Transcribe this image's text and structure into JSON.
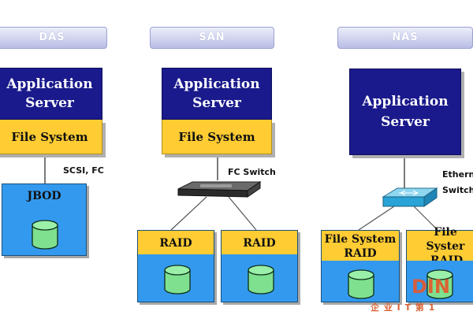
{
  "columns": {
    "das": {
      "header": "DAS",
      "app_line1": "Application",
      "app_line2": "Server",
      "fs": "File System",
      "connection": "SCSI, FC",
      "storage": "JBOD"
    },
    "san": {
      "header": "SAN",
      "app_line1": "Application",
      "app_line2": "Server",
      "fs": "File System",
      "connection": "FC Switch",
      "storage": [
        "RAID",
        "RAID"
      ]
    },
    "nas": {
      "header": "NAS",
      "app_line1": "Application",
      "app_line2": "Server",
      "connection_line1": "Ethern",
      "connection_line2": "Switch",
      "storage": [
        {
          "line1": "File System",
          "line2": "RAID"
        },
        {
          "line1": "File Syster",
          "line2": "RAID"
        }
      ]
    }
  },
  "watermark": {
    "brand": "DIN",
    "tagline": "企 业 I T 第 1"
  },
  "colors": {
    "app_blue": "#1a1a8c",
    "fs_yellow": "#ffcc33",
    "storage_blue": "#3399ee",
    "header_lavender": "#b9bde6"
  }
}
